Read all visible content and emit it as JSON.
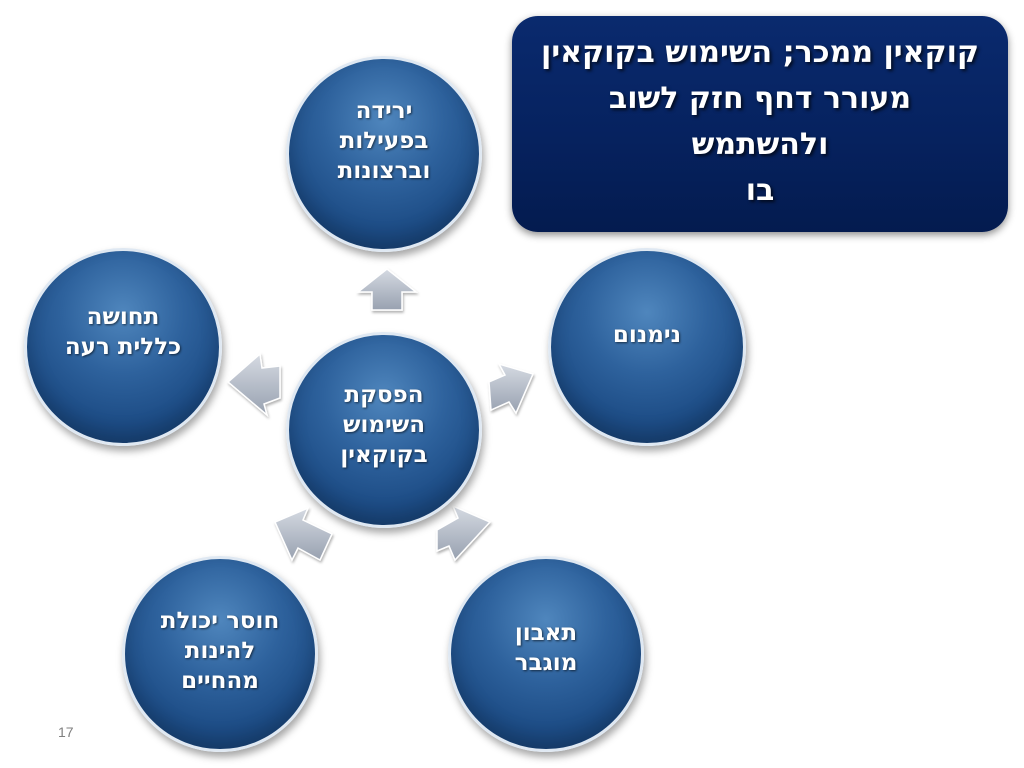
{
  "callout": {
    "text": "קוקאין ממכר; השימוש בקוקאין\nמעורר דחף חזק לשוב ולהשתמש\nבו"
  },
  "nodes": {
    "center": "הפסקת\nהשימוש\nבקוקאין",
    "top": "ירידה\nבפעילות\nוברצונות",
    "right": "נימנום",
    "bottom_right": "תאבון\nמוגבר",
    "bottom_left": "חוסר יכולת\nלהינות\nמהחיים",
    "left": "תחושה\nכללית רעה"
  },
  "page_number": "17",
  "colors": {
    "callout_fill": "#06225f",
    "node_fill": "#2e629d",
    "node_border": "#dfe8f2",
    "arrow_fill": "#b8c0cc",
    "text": "#ffffff"
  }
}
